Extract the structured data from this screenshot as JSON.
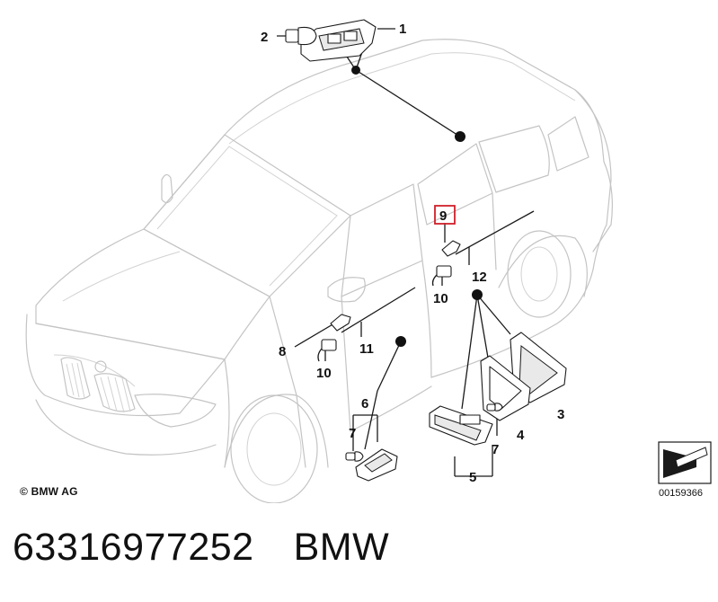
{
  "diagram": {
    "callouts": [
      "1",
      "2",
      "3",
      "4",
      "5",
      "6",
      "7",
      "7",
      "8",
      "9",
      "10",
      "10",
      "11",
      "12"
    ],
    "highlighted_callout": "9",
    "copyright": "© BMW AG",
    "figure_id": "00159366"
  },
  "caption": {
    "part_number": "63316977252",
    "brand": "BMW"
  },
  "colors": {
    "highlight": "#d0202a",
    "outline": "#c4c4c4",
    "ink": "#1a1a1a"
  }
}
